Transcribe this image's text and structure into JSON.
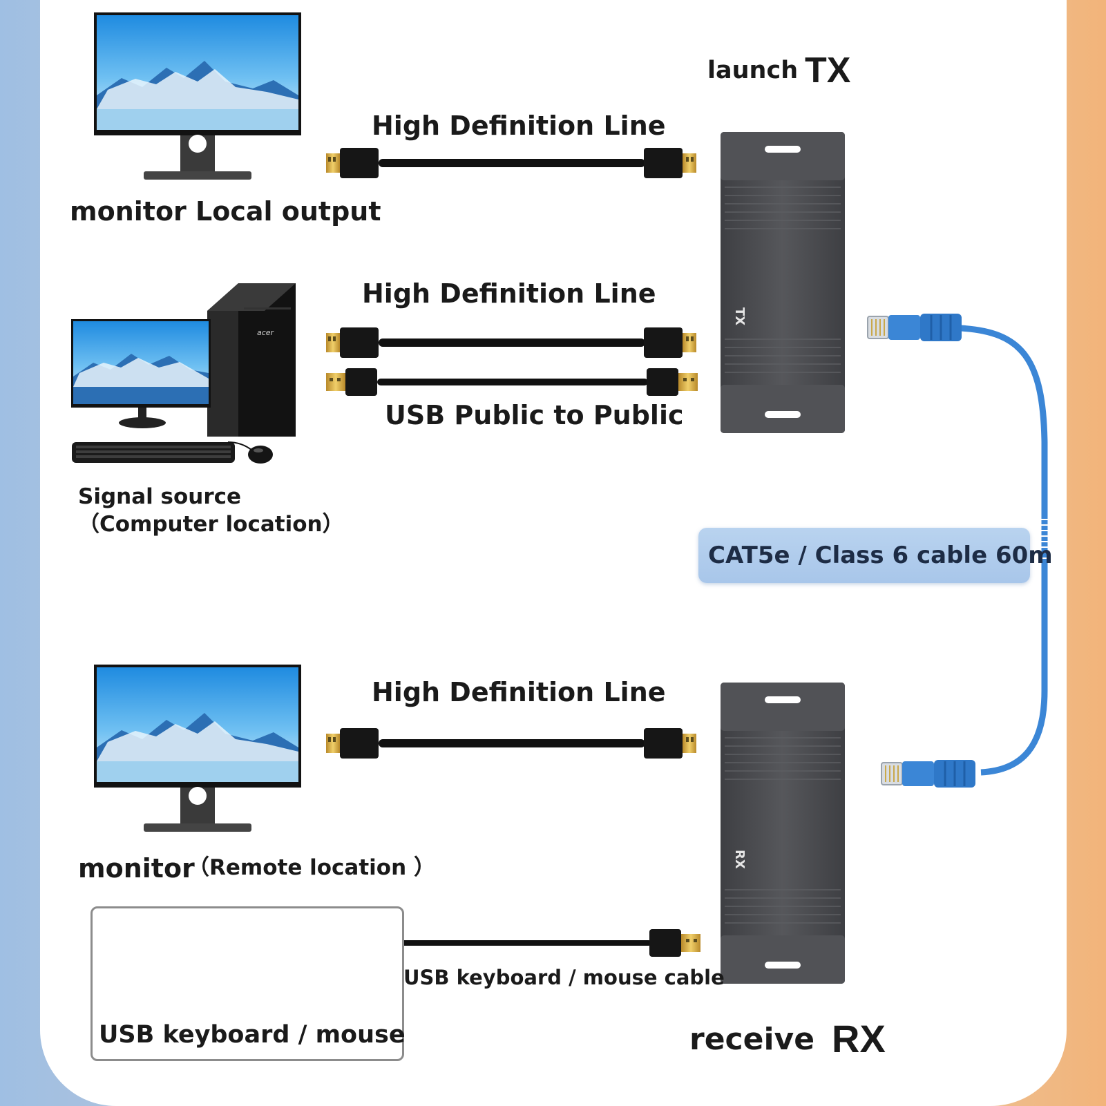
{
  "labels": {
    "launch_word": "launch",
    "tx_word": "TX",
    "hd_line_top": "High Definition Line",
    "monitor_local": "monitor Local output",
    "hd_line_mid": "High Definition Line",
    "usb_public": "USB Public to Public",
    "signal_source": "Signal source",
    "computer_location": "（Computer location）",
    "cat_cable": "CAT5e / Class 6 cable 60m",
    "hd_line_bottom": "High Definition Line",
    "monitor_word": "monitor",
    "remote_location": "（Remote location ）",
    "usb_kb_cable": "USB keyboard / mouse cable",
    "usb_kb_mouse": "USB keyboard / mouse",
    "receive_word": "receive",
    "rx_word": "RX",
    "tx_box_label": "TX",
    "rx_box_label": "RX",
    "pc_brand": "acer"
  },
  "colors": {
    "device_body": "#4a4b4f",
    "cable_black": "#111111",
    "connector_gold": "#d4a93a",
    "ethernet_blue": "#3b86d6",
    "badge_blue": "#afcbec"
  },
  "icons": [
    "monitor-icon",
    "pc-tower-icon",
    "keyboard-icon",
    "mouse-icon",
    "hdmi-plug-icon",
    "usb-plug-icon",
    "rj45-plug-icon"
  ]
}
